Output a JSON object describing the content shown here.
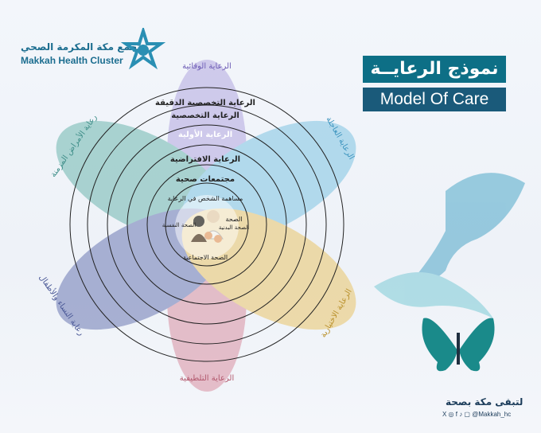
{
  "logo": {
    "arabic": "تجمع مكة المكرمة الصحي",
    "english": "Makkah Health Cluster"
  },
  "title": {
    "arabic": "نموذج الرعايــة",
    "english": "Model Of Care"
  },
  "petals": {
    "top": "الرعاية الوقائية",
    "top_right": "الرعاية العاجلة",
    "bottom_right": "الرعاية الاختيارية",
    "bottom": "الرعاية التلطيفية",
    "bottom_left": "رعاية النساء والأطفال",
    "top_left": "رعاية الأمراض المزمنة"
  },
  "rings": {
    "r1": "الرعاية التخصصية الدقيقة",
    "r2": "الرعاية التخصصية",
    "r3": "الرعاية الأولية",
    "r4": "الرعاية الافتراضية",
    "r5": "مجتمعات صحية",
    "r6": "مساهمة الشخص في الرعاية"
  },
  "center": {
    "physical": "الصحة البدنية",
    "psychological": "الصحة النفسية",
    "social": "الصحة الاجتماعية"
  },
  "footer": {
    "slogan": "لتبقى مكة بصحة",
    "social": "X ◎ f ♪ ▢ @Makkah_hc"
  },
  "colors": {
    "lavender": "#b3a7e0",
    "teal": "#6fb7b0",
    "sky": "#7fc4e3",
    "gold": "#e9c56a",
    "rose": "#d991a2",
    "slate": "#6c79b4",
    "brand": "#0d6f86"
  }
}
